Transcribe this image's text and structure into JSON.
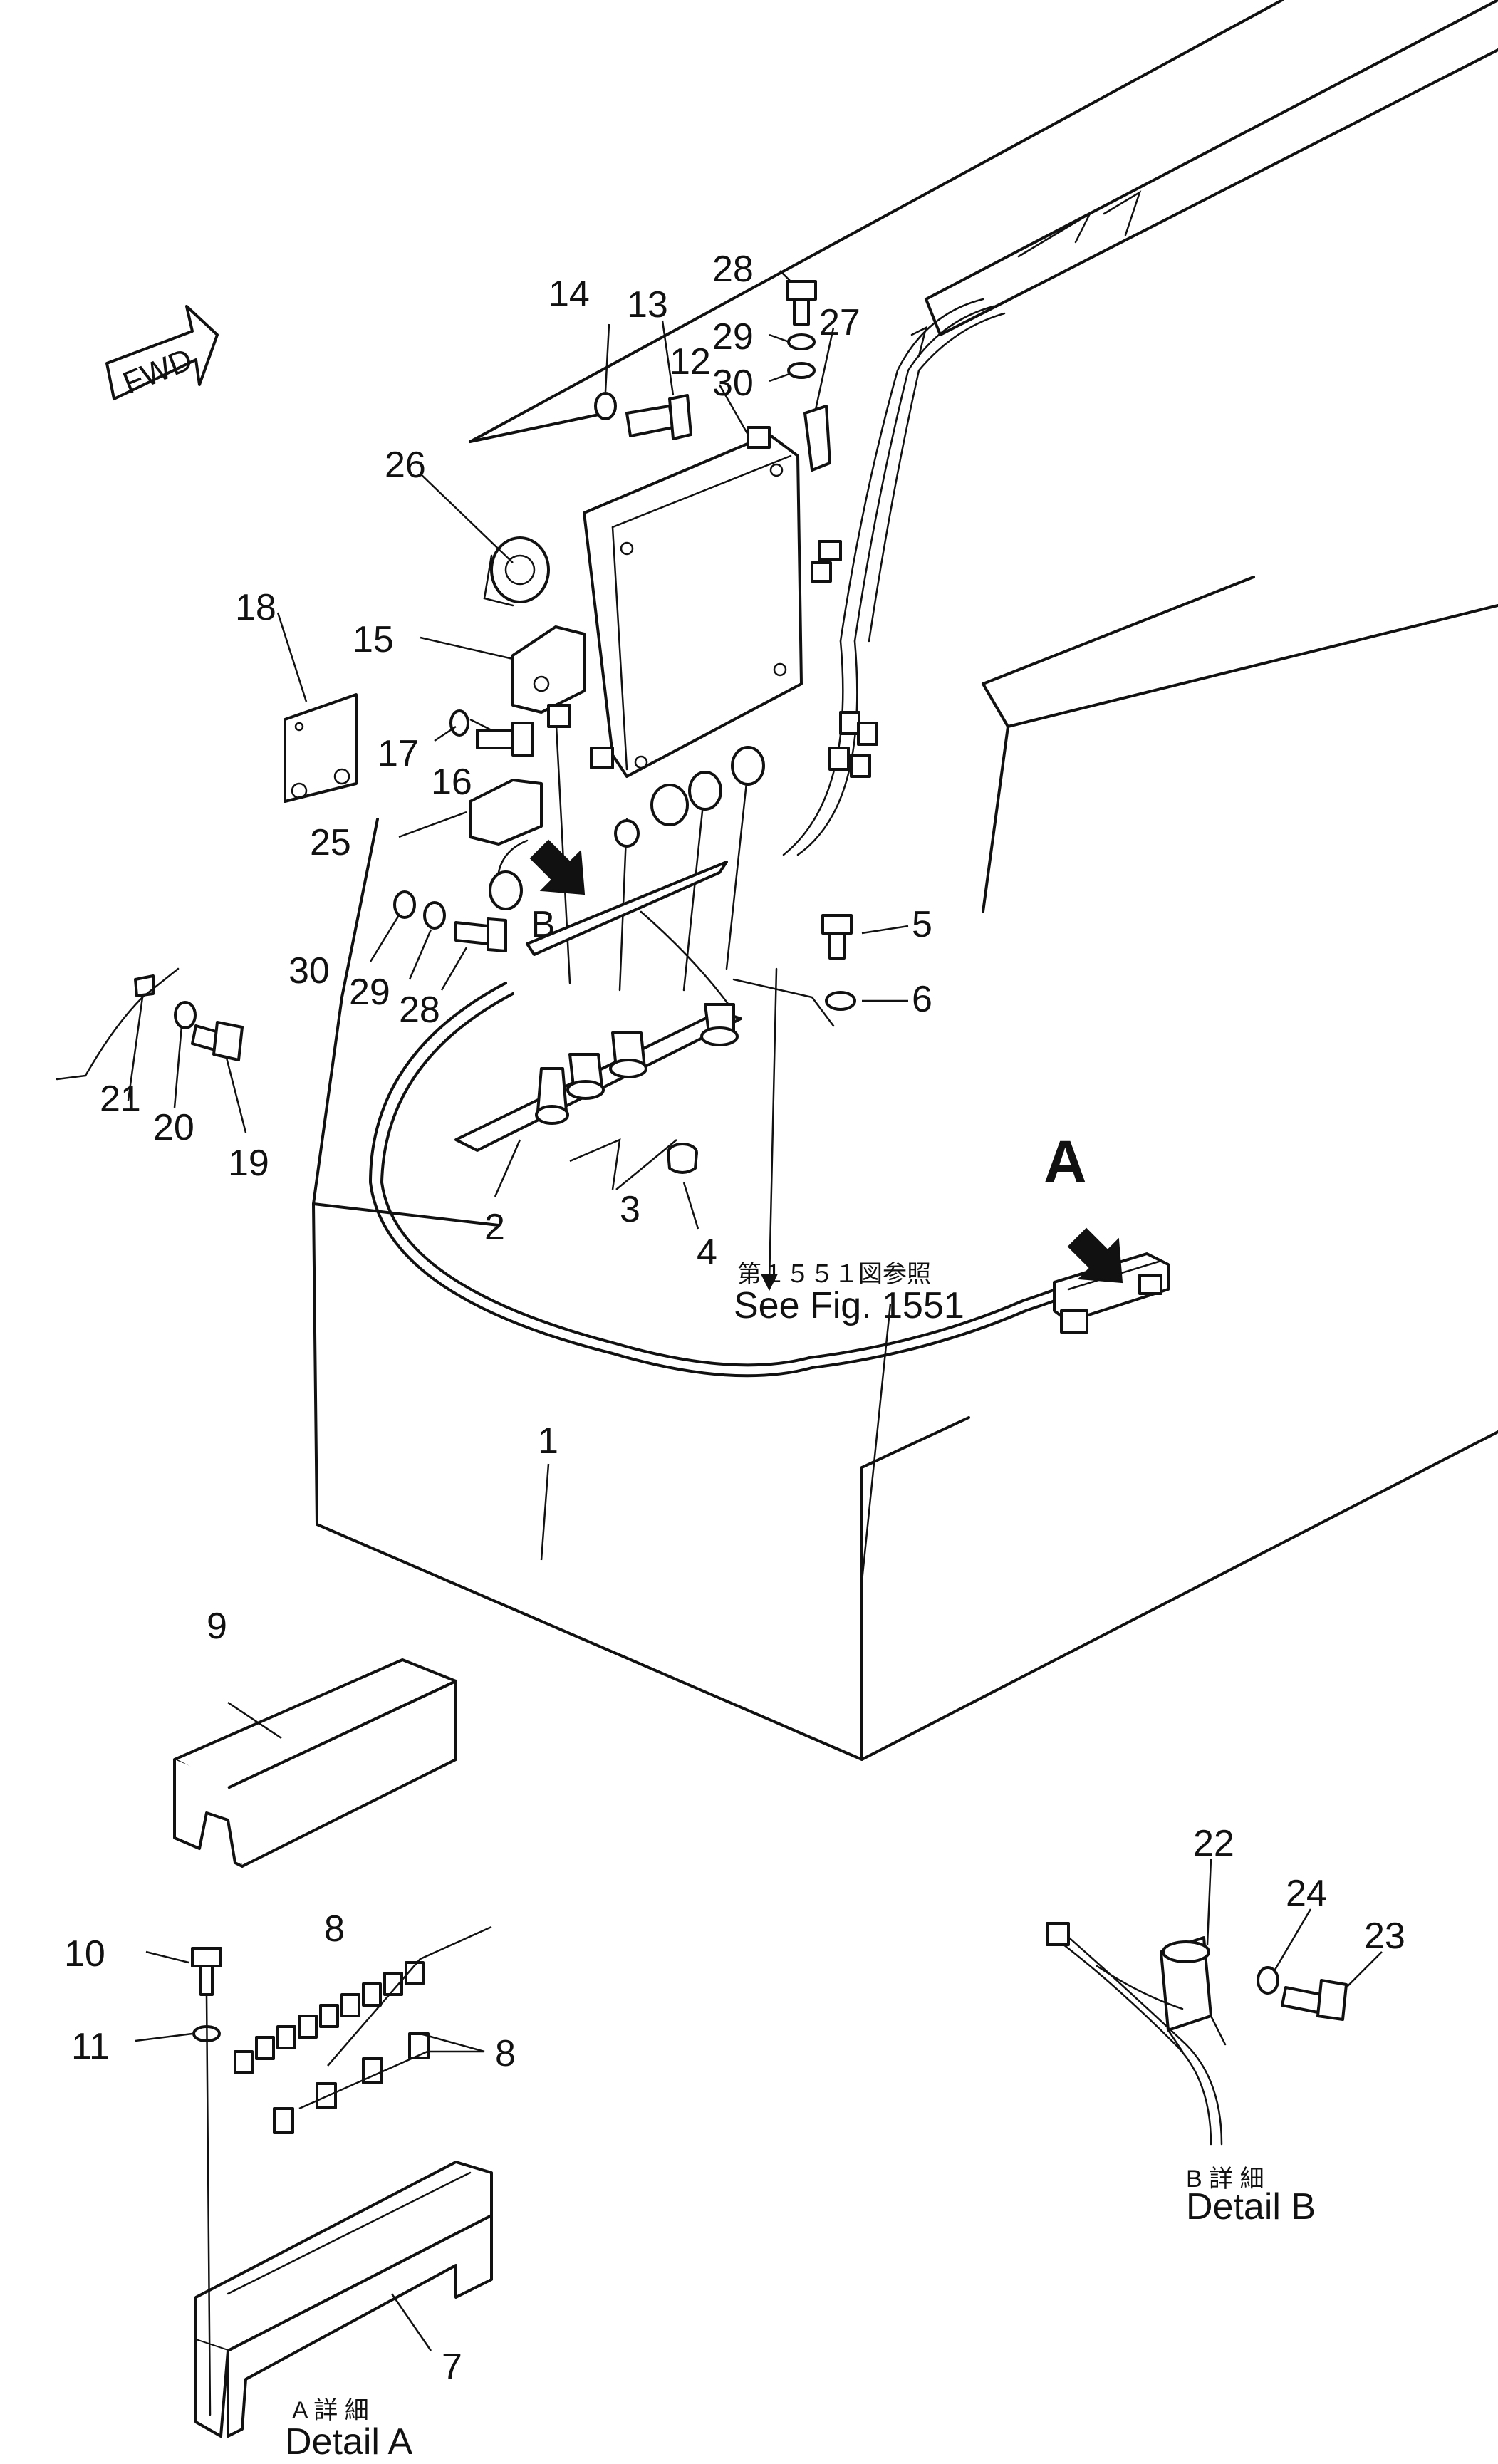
{
  "title": "",
  "fwd_label": "FWD",
  "detail_markers": {
    "a": "A",
    "b": "B"
  },
  "notes": {
    "see_fig_jp": "第１５５１図参照",
    "see_fig_en": "See Fig. 1551",
    "detail_a_jp": "A 詳 細",
    "detail_a_en": "Detail A",
    "detail_b_jp": "B 詳 細",
    "detail_b_en": "Detail B"
  },
  "callouts": {
    "c1": "1",
    "c2": "2",
    "c3": "3",
    "c4": "4",
    "c5": "5",
    "c6": "6",
    "c7": "7",
    "c8a": "8",
    "c8b": "8",
    "c9": "9",
    "c10": "10",
    "c11": "11",
    "c12": "12",
    "c13": "13",
    "c14": "14",
    "c15": "15",
    "c16": "16",
    "c17": "17",
    "c18": "18",
    "c19": "19",
    "c20": "20",
    "c21": "21",
    "c22": "22",
    "c23": "23",
    "c24": "24",
    "c25": "25",
    "c26": "26",
    "c27": "27",
    "c28a": "28",
    "c28b": "28",
    "c29a": "29",
    "c29b": "29",
    "c30a": "30",
    "c30b": "30"
  }
}
